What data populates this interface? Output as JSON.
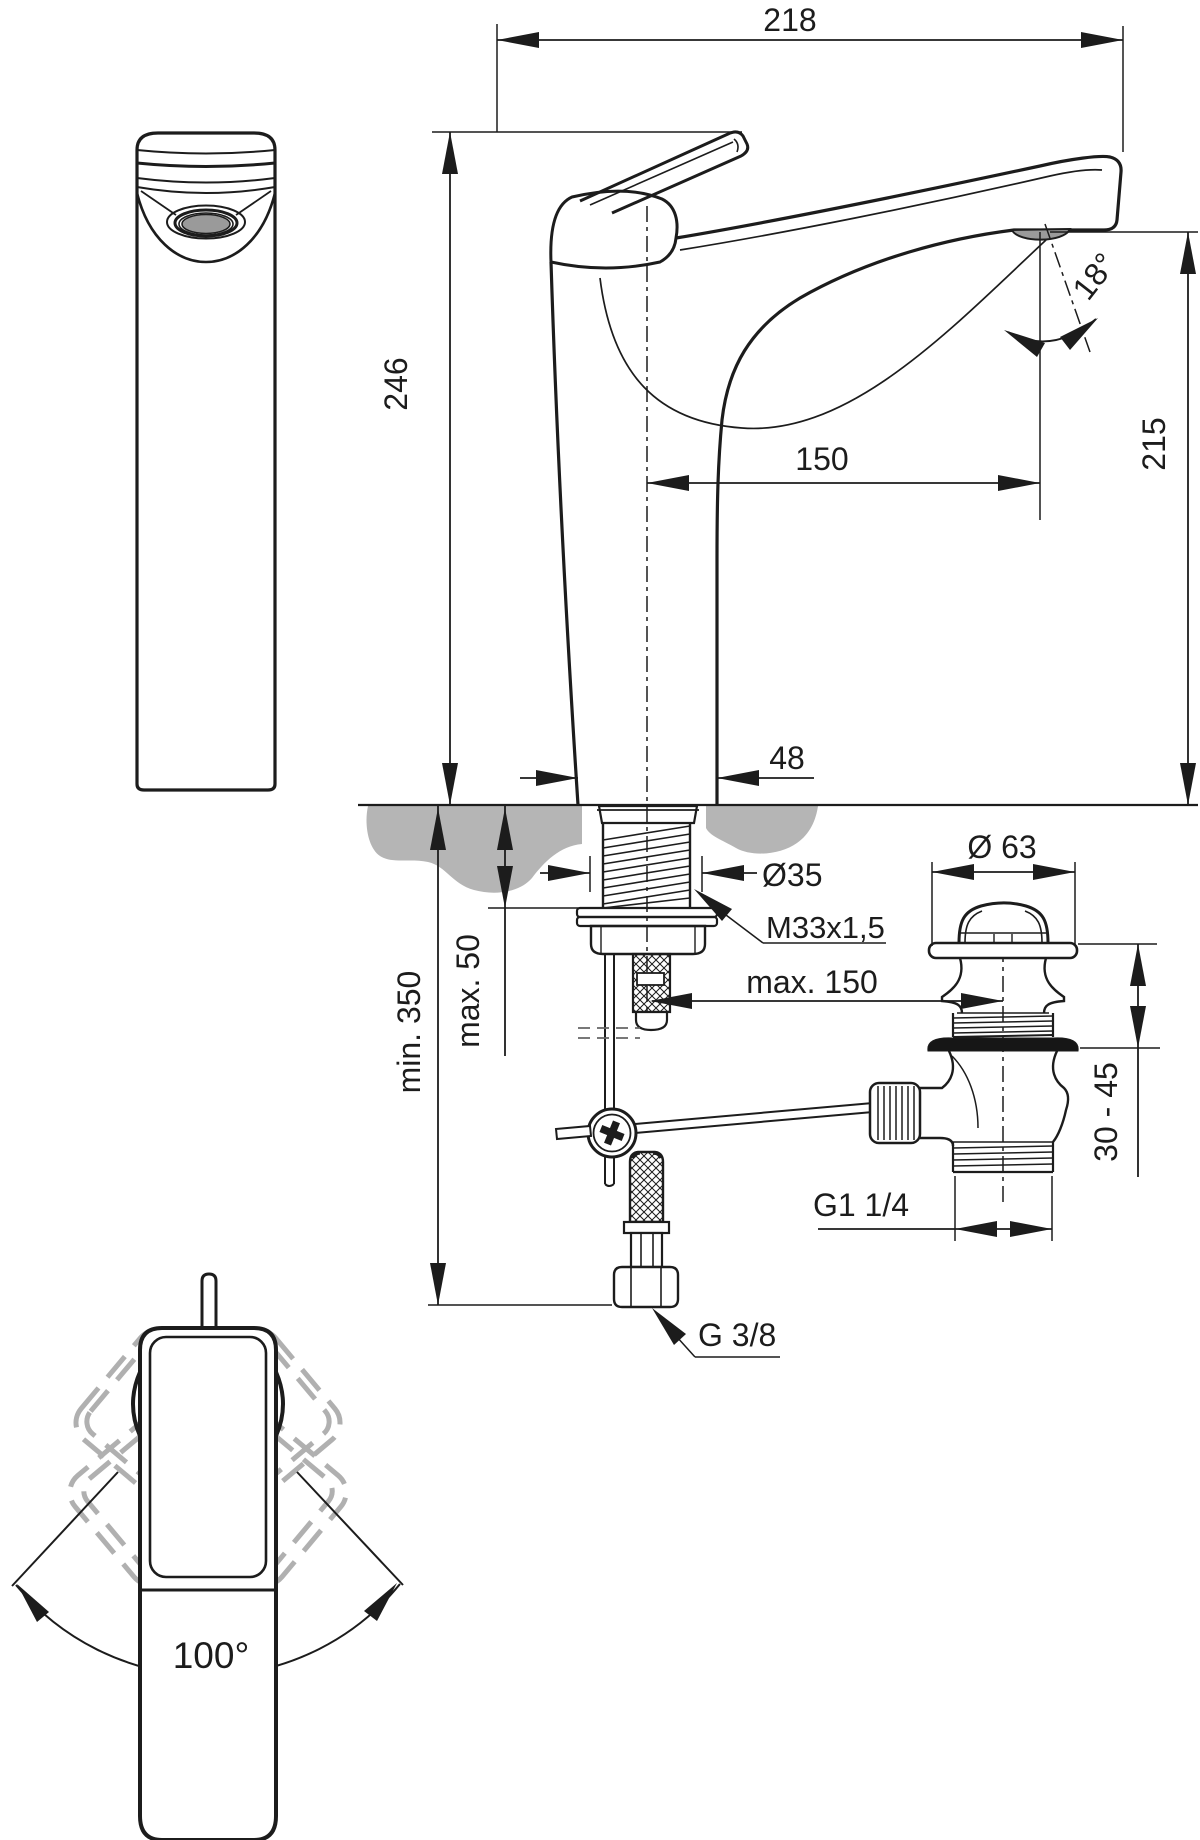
{
  "drawing": {
    "labels": {
      "spout_reach": "218",
      "total_height": "246",
      "spout_angle": "18°",
      "outlet_distance": "150",
      "outlet_height": "215",
      "body_width": "48",
      "hole_diameter": "Ø35",
      "shank_thread": "M33x1,5",
      "waste_cap_diameter": "Ø 63",
      "max_lever_distance": "max. 150",
      "min_hose_length": "min. 350",
      "max_deck_thickness": "max. 50",
      "waste_clamp_range": "30 - 45",
      "waste_thread": "G1 1/4",
      "supply_thread": "G 3/8",
      "swivel_angle": "100°"
    },
    "colors": {
      "line": "#1c1c1c",
      "deck_gray": "#b5b5b5",
      "aerator_gray": "#9a9a9a",
      "ghost_gray": "#b0b0b0"
    }
  }
}
